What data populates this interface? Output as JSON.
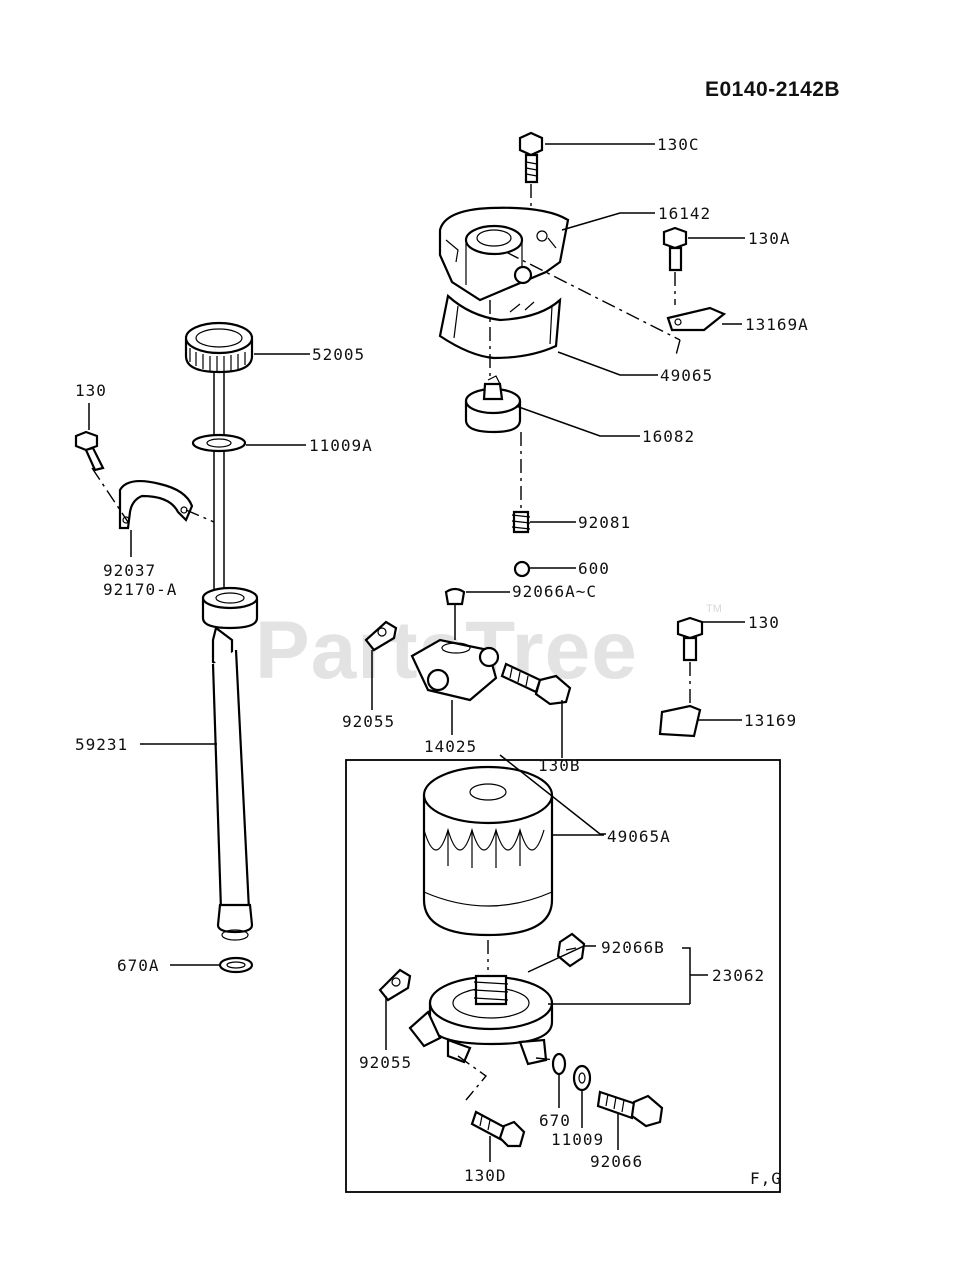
{
  "header": {
    "diagram_code": "E0140-2142B"
  },
  "watermark": {
    "text": "PartsTree",
    "trademark": "TM"
  },
  "inset": {
    "label": "F,G"
  },
  "parts": [
    {
      "key": "p130C",
      "number": "130C",
      "name": "bolt"
    },
    {
      "key": "p16142",
      "number": "16142",
      "name": "filter-base-housing"
    },
    {
      "key": "p130A",
      "number": "130A",
      "name": "bolt"
    },
    {
      "key": "p13169A",
      "number": "13169A",
      "name": "bracket"
    },
    {
      "key": "p49065",
      "number": "49065",
      "name": "oil-filter-element"
    },
    {
      "key": "p52005",
      "number": "52005",
      "name": "dipstick-cap"
    },
    {
      "key": "p16082",
      "number": "16082",
      "name": "valve"
    },
    {
      "key": "p130L",
      "number": "130",
      "name": "bolt"
    },
    {
      "key": "p11009A",
      "number": "11009A",
      "name": "gasket"
    },
    {
      "key": "p92037",
      "number": "92037",
      "name": "clamp"
    },
    {
      "key": "p92170A",
      "number": "92170-A",
      "name": "clamp"
    },
    {
      "key": "p92081",
      "number": "92081",
      "name": "spring"
    },
    {
      "key": "p600",
      "number": "600",
      "name": "ball"
    },
    {
      "key": "p92066AC",
      "number": "92066A~C",
      "name": "plug"
    },
    {
      "key": "p130R",
      "number": "130",
      "name": "bolt"
    },
    {
      "key": "p92055",
      "number": "92055",
      "name": "gasket"
    },
    {
      "key": "p14025",
      "number": "14025",
      "name": "oil-pipe-fitting"
    },
    {
      "key": "p13169",
      "number": "13169",
      "name": "bracket"
    },
    {
      "key": "p59231",
      "number": "59231",
      "name": "oil-fill-pipe"
    },
    {
      "key": "p130B",
      "number": "130B",
      "name": "bolt"
    },
    {
      "key": "p49065A",
      "number": "49065A",
      "name": "oil-filter"
    },
    {
      "key": "p92066B",
      "number": "92066B",
      "name": "plug"
    },
    {
      "key": "p23062",
      "number": "23062",
      "name": "filter-base-assembly"
    },
    {
      "key": "p670A",
      "number": "670A",
      "name": "o-ring"
    },
    {
      "key": "p92055b",
      "number": "92055",
      "name": "gasket"
    },
    {
      "key": "p670",
      "number": "670",
      "name": "o-ring"
    },
    {
      "key": "p11009",
      "number": "11009",
      "name": "gasket"
    },
    {
      "key": "p130D",
      "number": "130D",
      "name": "bolt"
    },
    {
      "key": "p92066",
      "number": "92066",
      "name": "plug"
    }
  ]
}
